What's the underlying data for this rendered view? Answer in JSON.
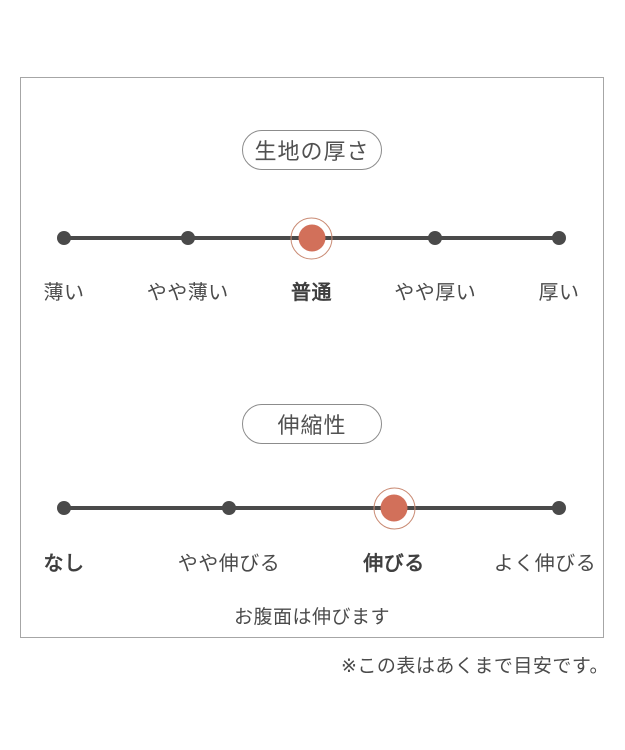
{
  "colors": {
    "accent": "#d2705a",
    "accent_ring": "#c98a73",
    "track": "#4a4a4a",
    "text": "#4b4b4b",
    "box_border": "#a6a6a6"
  },
  "scales": [
    {
      "title": "生地の厚さ",
      "labels": [
        "薄い",
        "やや薄い",
        "普通",
        "やや厚い",
        "厚い"
      ],
      "selected_index": 2,
      "selected_label": "普通",
      "bold_indices": [
        2
      ]
    },
    {
      "title": "伸縮性",
      "labels": [
        "なし",
        "やや伸びる",
        "伸びる",
        "よく伸びる"
      ],
      "selected_index": 2,
      "selected_label": "伸びる",
      "bold_indices": [
        0,
        2
      ],
      "note": "お腹面は伸びます"
    }
  ],
  "footer": {
    "disclaimer": "※この表はあくまで目安です。"
  }
}
